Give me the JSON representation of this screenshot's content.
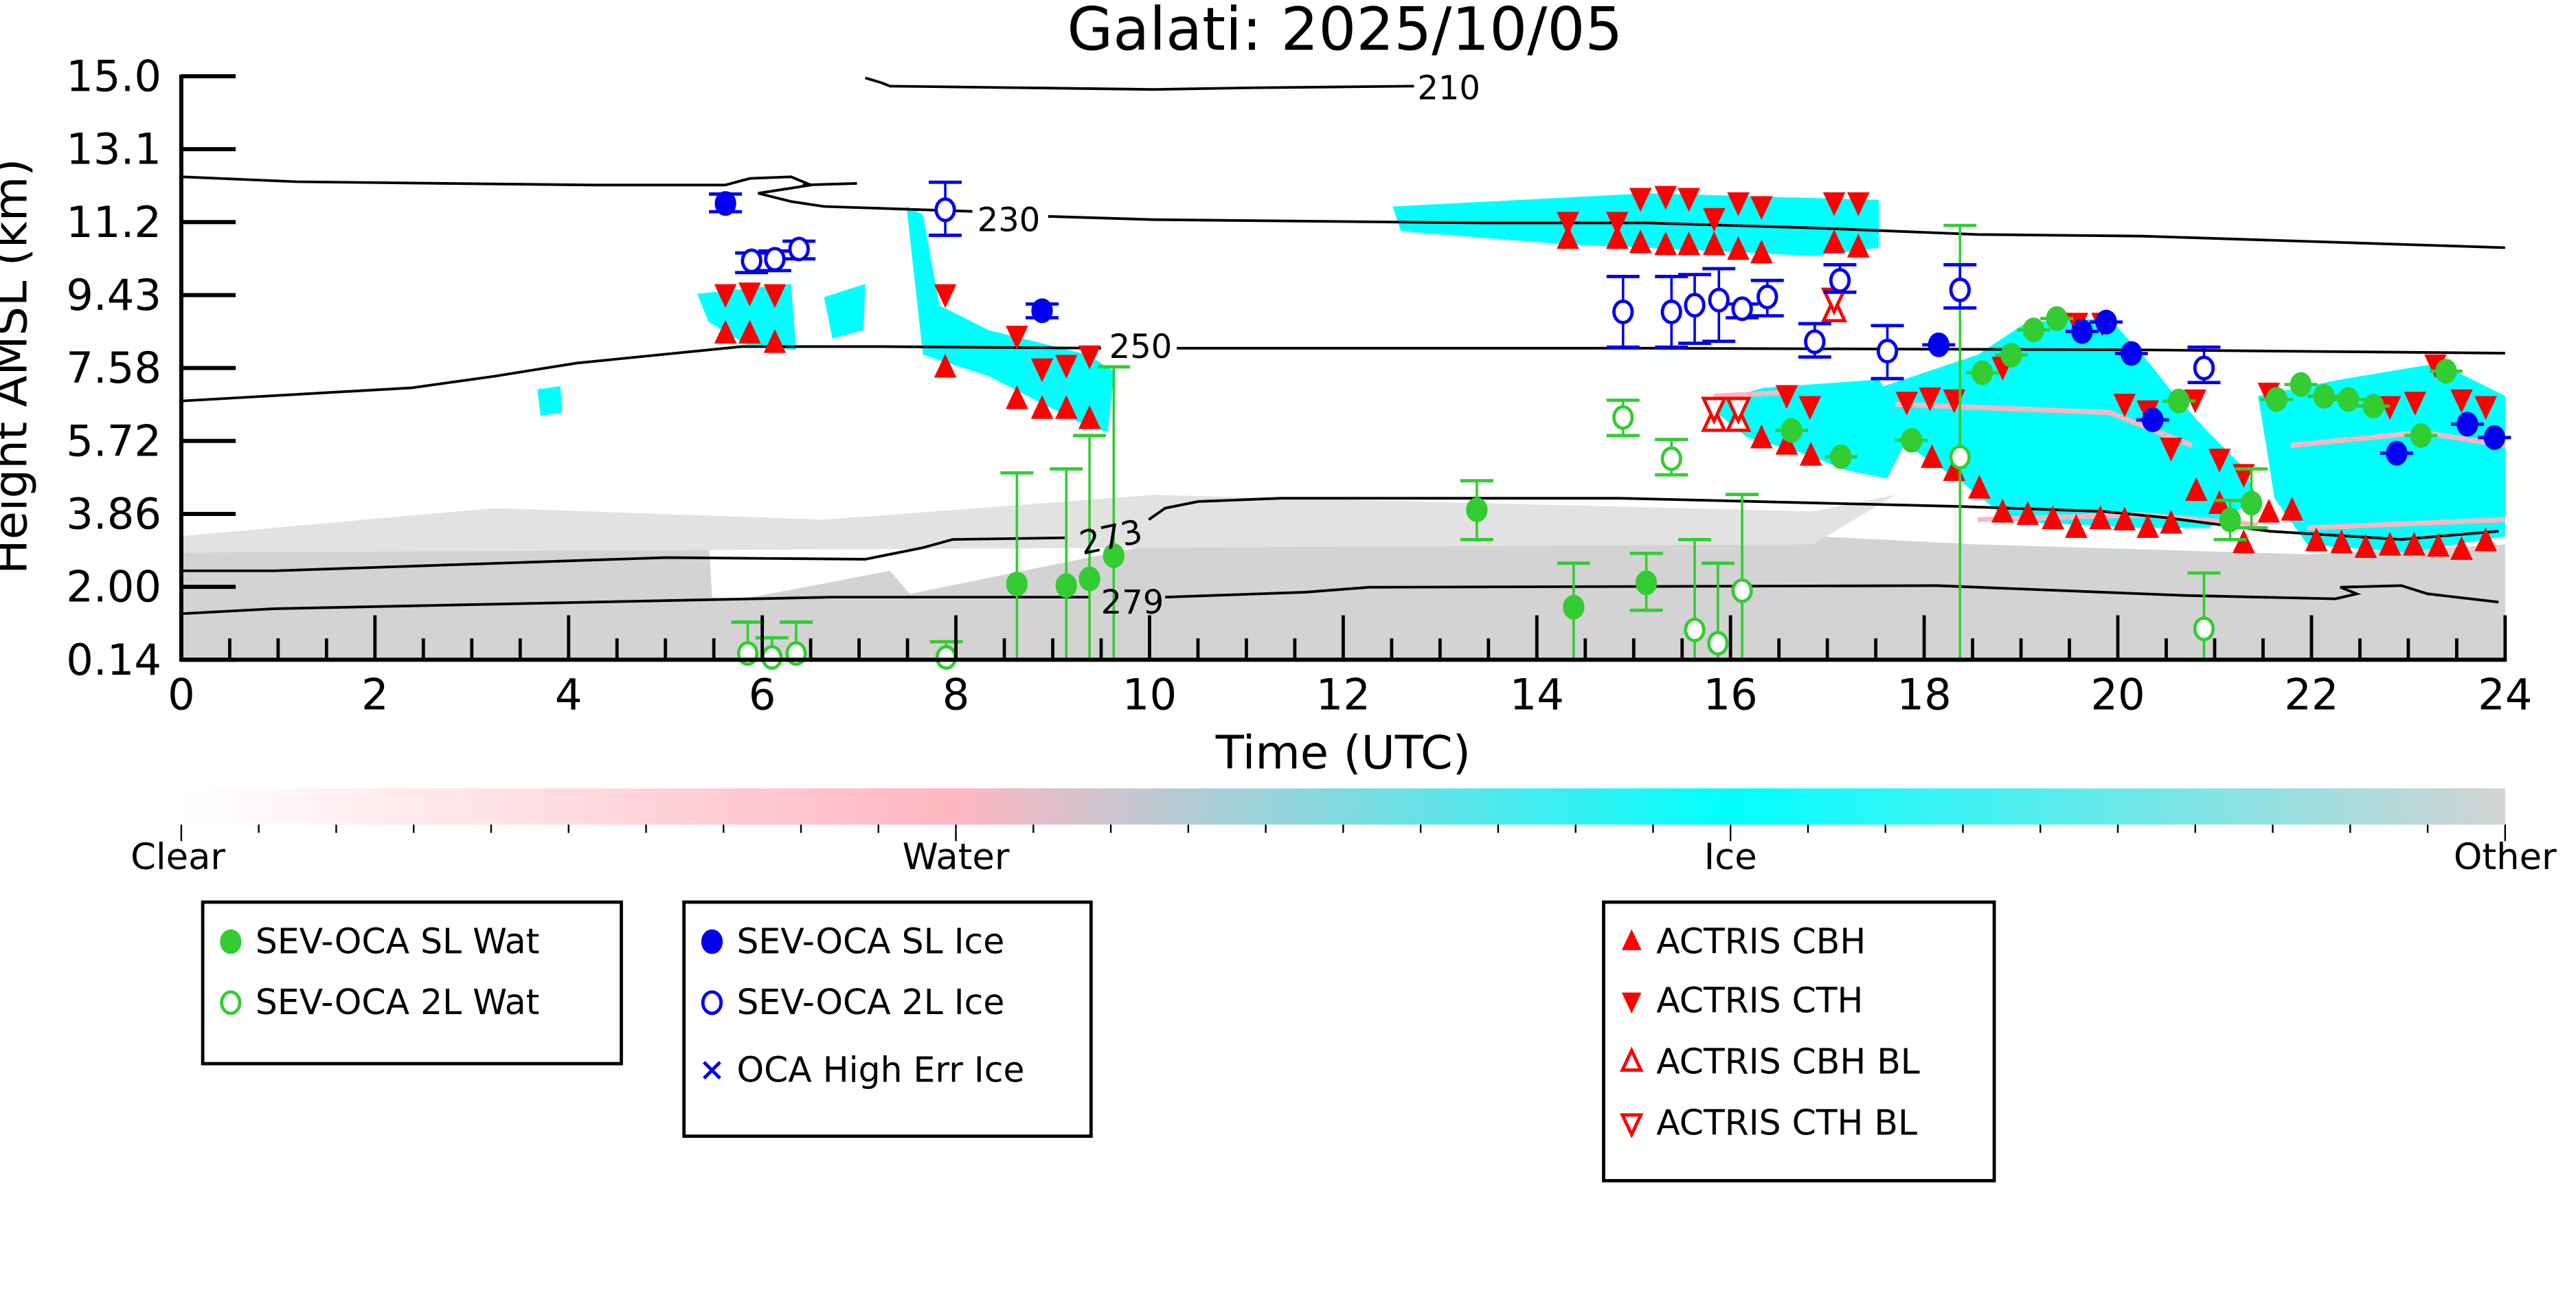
{
  "chart_data": {
    "type": "scatter",
    "title": "Galati: 2025/10/05",
    "xlabel": "Time (UTC)",
    "ylabel": "Height AMSL (km)",
    "xlim": [
      0,
      24
    ],
    "ylim": [
      0.14,
      15.0
    ],
    "xticks": [
      "0",
      "2",
      "4",
      "6",
      "8",
      "10",
      "12",
      "14",
      "16",
      "18",
      "20",
      "22",
      "24"
    ],
    "yticks": [
      "0.14",
      "2.00",
      "3.86",
      "5.72",
      "7.58",
      "9.43",
      "11.2",
      "13.1",
      "15.0"
    ],
    "contour_labels": [
      "210",
      "230",
      "250",
      "273",
      "279"
    ],
    "colorbar": {
      "labels": [
        "Clear",
        "Water",
        "Ice",
        "Other"
      ],
      "colors": [
        "#ffffff",
        "#ffb6c1",
        "#00ffff",
        "#d3d3d3"
      ]
    },
    "series": [
      {
        "name": "SEV-OCA SL Wat",
        "marker": "filled-circle",
        "color": "#33cc33",
        "points": [
          [
            8.63,
            2.07,
            0.14,
            4.9
          ],
          [
            9.14,
            2.03,
            0.14,
            5.0
          ],
          [
            9.38,
            2.2,
            0.14,
            5.85
          ],
          [
            9.63,
            2.79,
            0.14,
            7.6
          ],
          [
            13.38,
            3.96,
            3.2,
            4.7
          ],
          [
            14.38,
            1.48,
            0.14,
            2.6
          ],
          [
            15.13,
            2.1,
            1.4,
            2.85
          ],
          [
            16.63,
            5.98,
            null,
            null
          ],
          [
            17.14,
            5.31,
            null,
            null
          ],
          [
            17.87,
            5.73,
            null,
            null
          ],
          [
            18.6,
            7.45,
            null,
            null
          ],
          [
            18.9,
            7.9,
            null,
            null
          ],
          [
            19.13,
            8.54,
            null,
            null
          ],
          [
            19.37,
            8.83,
            null,
            null
          ],
          [
            20.63,
            6.73,
            null,
            null
          ],
          [
            21.16,
            3.7,
            3.2,
            4.2
          ],
          [
            21.38,
            4.13,
            3.5,
            5.0
          ],
          [
            21.64,
            6.77,
            null,
            null
          ],
          [
            21.89,
            7.15,
            null,
            null
          ],
          [
            22.13,
            6.85,
            null,
            null
          ],
          [
            22.38,
            6.77,
            null,
            null
          ],
          [
            22.64,
            6.6,
            null,
            null
          ],
          [
            23.13,
            5.85,
            null,
            null
          ],
          [
            23.39,
            7.49,
            null,
            null
          ]
        ]
      },
      {
        "name": "SEV-OCA 2L Wat",
        "marker": "open-circle",
        "color": "#33cc33",
        "points": [
          [
            5.85,
            0.3,
            0.14,
            1.1
          ],
          [
            6.1,
            0.2,
            0.14,
            0.7
          ],
          [
            6.35,
            0.3,
            0.14,
            1.1
          ],
          [
            7.9,
            0.2,
            0.14,
            0.6
          ],
          [
            14.89,
            6.31,
            5.85,
            6.75
          ],
          [
            15.39,
            5.26,
            4.85,
            5.75
          ],
          [
            15.63,
            0.9,
            0.14,
            3.2
          ],
          [
            15.87,
            0.56,
            0.14,
            2.6
          ],
          [
            16.12,
            1.9,
            0.14,
            4.35
          ],
          [
            18.37,
            5.3,
            0.14,
            11.2
          ],
          [
            20.89,
            0.93,
            0.14,
            2.35
          ]
        ]
      },
      {
        "name": "SEV-OCA SL Ice",
        "marker": "filled-circle",
        "color": "#0000ee",
        "points": [
          [
            5.62,
            11.76,
            11.55,
            12.0
          ],
          [
            8.89,
            9.03,
            8.85,
            9.2
          ],
          [
            18.15,
            8.16,
            null,
            null
          ],
          [
            19.63,
            8.5,
            null,
            null
          ],
          [
            19.88,
            8.74,
            null,
            null
          ],
          [
            20.14,
            7.94,
            null,
            null
          ],
          [
            20.36,
            6.25,
            null,
            null
          ],
          [
            22.88,
            5.4,
            null,
            null
          ],
          [
            23.61,
            6.14,
            null,
            null
          ],
          [
            23.89,
            5.8,
            null,
            null
          ]
        ]
      },
      {
        "name": "SEV-OCA 2L Ice",
        "marker": "open-circle",
        "color": "#0000ee",
        "points": [
          [
            5.89,
            10.3,
            10.0,
            10.5
          ],
          [
            6.13,
            10.34,
            10.05,
            10.55
          ],
          [
            6.38,
            10.6,
            10.35,
            10.8
          ],
          [
            7.89,
            11.6,
            10.95,
            12.3
          ],
          [
            14.89,
            9.0,
            8.1,
            9.9
          ],
          [
            15.39,
            9.0,
            8.1,
            9.9
          ],
          [
            15.63,
            9.17,
            8.2,
            9.95
          ],
          [
            15.88,
            9.3,
            8.25,
            10.1
          ],
          [
            16.12,
            9.08,
            8.85,
            9.2
          ],
          [
            16.38,
            9.38,
            8.9,
            9.8
          ],
          [
            16.87,
            8.24,
            7.85,
            8.7
          ],
          [
            17.13,
            9.8,
            9.5,
            10.2
          ],
          [
            17.62,
            8.0,
            7.3,
            8.65
          ],
          [
            18.37,
            9.56,
            9.1,
            10.2
          ],
          [
            20.89,
            7.57,
            7.2,
            8.1
          ]
        ]
      },
      {
        "name": "OCA High Err Ice",
        "marker": "x",
        "color": "#0000ee",
        "points": []
      },
      {
        "name": "ACTRIS CBH",
        "marker": "triangle-up",
        "color": "#ff0000",
        "points": [
          [
            5.62,
            8.44
          ],
          [
            5.87,
            8.44
          ],
          [
            6.13,
            8.2
          ],
          [
            7.89,
            7.57
          ],
          [
            8.63,
            6.77
          ],
          [
            8.89,
            6.52
          ],
          [
            9.14,
            6.52
          ],
          [
            9.38,
            6.26
          ],
          [
            14.32,
            10.85
          ],
          [
            14.83,
            10.85
          ],
          [
            15.07,
            10.74
          ],
          [
            15.33,
            10.69
          ],
          [
            15.57,
            10.69
          ],
          [
            15.83,
            10.69
          ],
          [
            16.08,
            10.57
          ],
          [
            16.32,
            10.48
          ],
          [
            17.07,
            10.74
          ],
          [
            17.32,
            10.63
          ],
          [
            16.32,
            5.77
          ],
          [
            16.58,
            5.61
          ],
          [
            16.83,
            5.33
          ],
          [
            18.08,
            5.27
          ],
          [
            18.31,
            4.94
          ],
          [
            18.57,
            4.49
          ],
          [
            18.81,
            3.88
          ],
          [
            19.07,
            3.82
          ],
          [
            19.33,
            3.71
          ],
          [
            19.57,
            3.49
          ],
          [
            19.82,
            3.71
          ],
          [
            20.07,
            3.68
          ],
          [
            20.31,
            3.49
          ],
          [
            20.55,
            3.6
          ],
          [
            20.81,
            4.43
          ],
          [
            21.05,
            4.1
          ],
          [
            21.3,
            3.1
          ],
          [
            21.56,
            3.88
          ],
          [
            21.8,
            3.93
          ],
          [
            22.05,
            3.15
          ],
          [
            22.31,
            3.1
          ],
          [
            22.56,
            2.98
          ],
          [
            22.81,
            3.04
          ],
          [
            23.06,
            3.04
          ],
          [
            23.31,
            3.01
          ],
          [
            23.55,
            2.93
          ],
          [
            23.8,
            3.15
          ]
        ]
      },
      {
        "name": "ACTRIS CTH",
        "marker": "triangle-down",
        "color": "#ff0000",
        "points": [
          [
            5.62,
            9.46
          ],
          [
            5.87,
            9.5
          ],
          [
            6.13,
            9.46
          ],
          [
            7.89,
            9.46
          ],
          [
            8.63,
            8.4
          ],
          [
            8.89,
            7.57
          ],
          [
            9.14,
            7.66
          ],
          [
            9.38,
            7.9
          ],
          [
            14.32,
            11.3
          ],
          [
            14.83,
            11.3
          ],
          [
            15.07,
            11.91
          ],
          [
            15.33,
            11.96
          ],
          [
            15.57,
            11.91
          ],
          [
            15.83,
            11.4
          ],
          [
            16.08,
            11.8
          ],
          [
            16.32,
            11.7
          ],
          [
            17.07,
            11.8
          ],
          [
            17.32,
            11.8
          ],
          [
            16.58,
            6.89
          ],
          [
            16.82,
            6.61
          ],
          [
            17.82,
            6.72
          ],
          [
            18.06,
            6.83
          ],
          [
            18.31,
            6.78
          ],
          [
            18.81,
            7.61
          ],
          [
            19.58,
            8.73
          ],
          [
            19.84,
            8.73
          ],
          [
            20.07,
            6.67
          ],
          [
            20.31,
            6.5
          ],
          [
            20.55,
            5.55
          ],
          [
            20.8,
            6.78
          ],
          [
            21.05,
            5.27
          ],
          [
            21.3,
            4.88
          ],
          [
            21.56,
            6.95
          ],
          [
            22.81,
            6.61
          ],
          [
            23.07,
            6.72
          ],
          [
            23.28,
            7.67
          ],
          [
            23.55,
            6.78
          ],
          [
            23.8,
            6.61
          ]
        ]
      },
      {
        "name": "ACTRIS CBH BL",
        "marker": "open-triangle-up",
        "color": "#ff0000",
        "points": [
          [
            15.83,
            6.22
          ],
          [
            16.08,
            6.22
          ],
          [
            17.07,
            9.01
          ]
        ]
      },
      {
        "name": "ACTRIS CTH BL",
        "marker": "open-triangle-down",
        "color": "#ff0000",
        "points": [
          [
            15.83,
            6.56
          ],
          [
            16.08,
            6.56
          ],
          [
            17.07,
            9.34
          ]
        ]
      }
    ]
  }
}
